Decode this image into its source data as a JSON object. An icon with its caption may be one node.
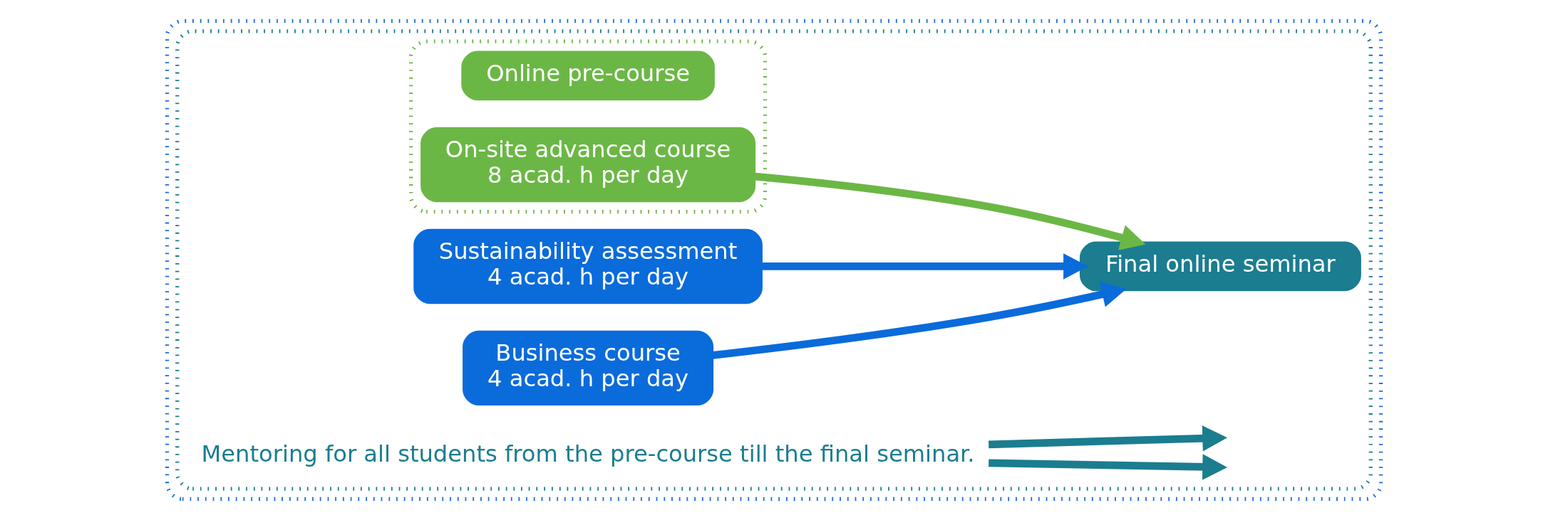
{
  "diagram": {
    "nodes": [
      {
        "text": [],
        "shape": "box"
      },
      {
        "text": [],
        "shape": "box",
        "in": 0
      },
      {
        "text": [],
        "shape": "box",
        "in": 1
      },
      {
        "text": [
          "Online pre-course"
        ],
        "in": 2
      },
      {
        "text": [
          "On-site advanced course",
          "8 acad. h per day"
        ],
        "in": 2
      },
      {
        "text": [
          "Final online seminar"
        ],
        "in": 1
      },
      {
        "text": [
          "Sustainability assessment",
          "4 acad. h per day"
        ],
        "in": 1
      },
      {
        "text": [
          "Business course",
          "4 acad. h per day"
        ],
        "in": 1
      },
      {
        "text": [
          "Mentoring for all students from the pre-course till the final seminar."
        ],
        "in": 1
      }
    ],
    "edges": [
      {
        "from": 4,
        "to": 5,
        "arrow": "to",
        "color": "#6bb745"
      },
      {
        "from": 6,
        "to": 5,
        "arrow": "to",
        "color": "#0a6bdb"
      },
      {
        "from": 7,
        "to": 5,
        "arrow": "to",
        "color": "#0a6bdb"
      },
      {
        "from": 8,
        "to": null,
        "arrow": "to",
        "color": "#1b7d8f"
      },
      {
        "from": 8,
        "to": null,
        "arrow": "to",
        "color": "#1b7d8f"
      }
    ]
  }
}
